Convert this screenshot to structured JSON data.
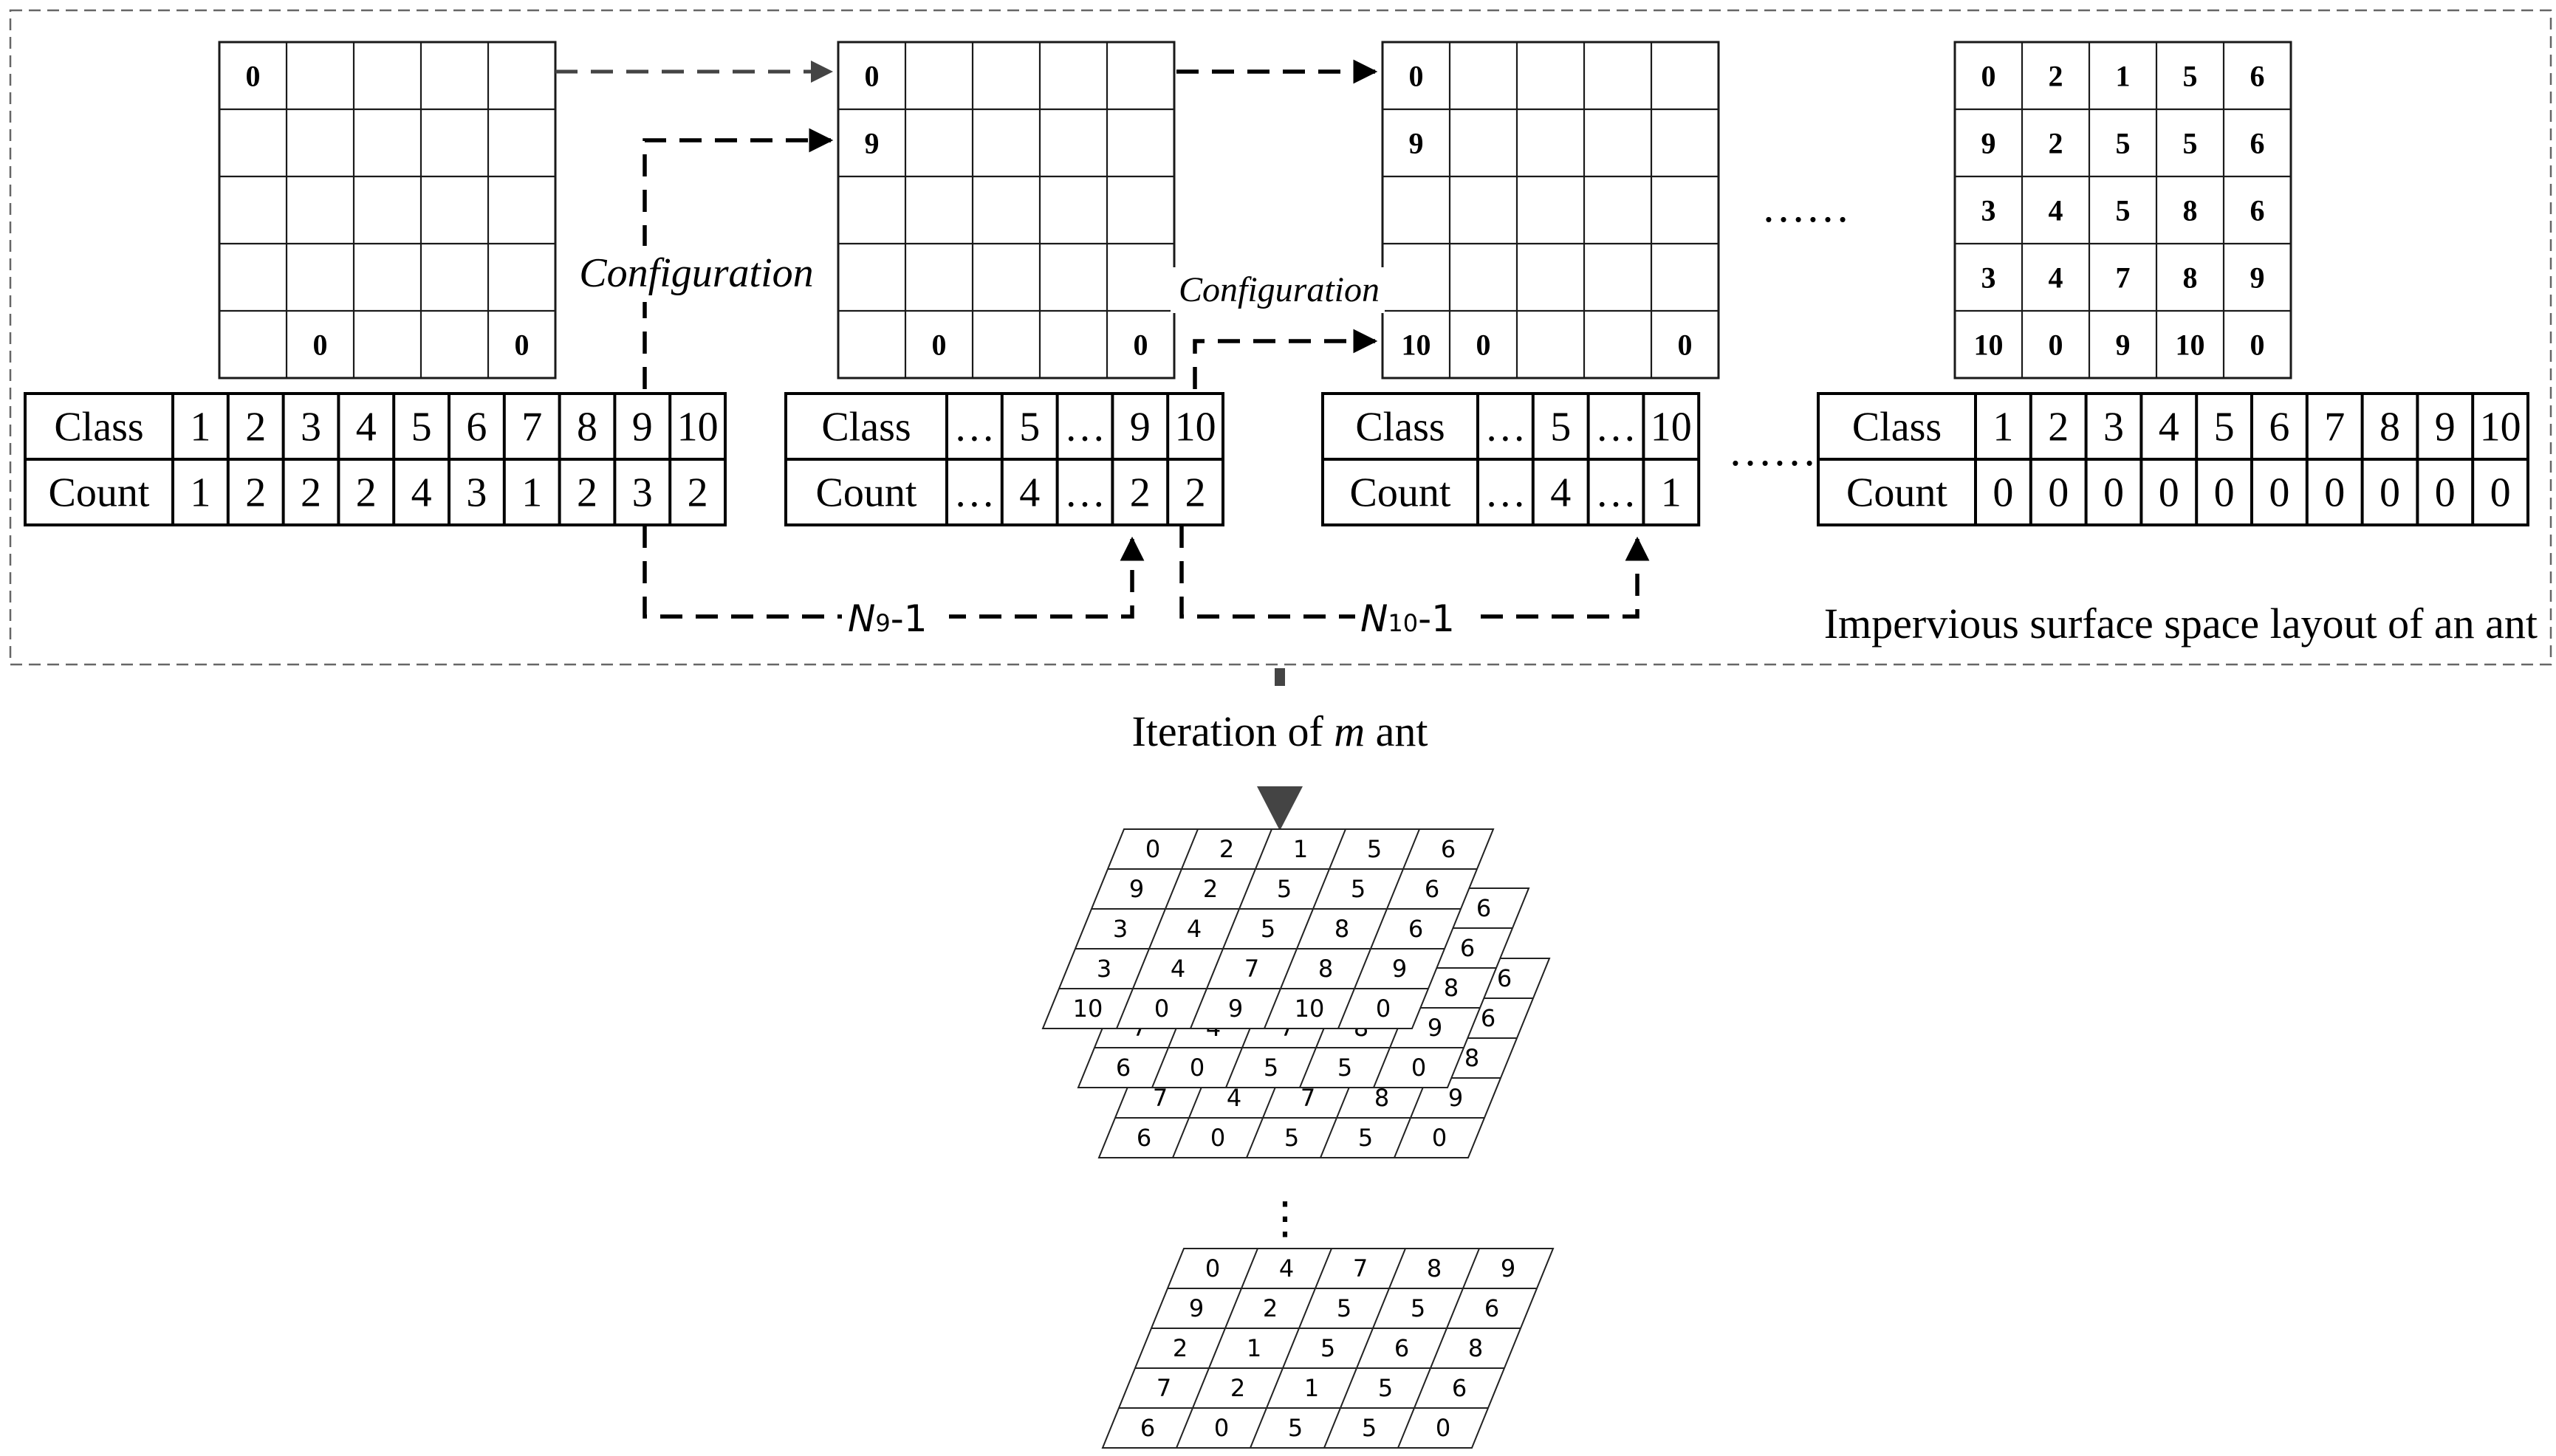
{
  "grids": [
    {
      "id": "grid-1",
      "cells": [
        [
          "0",
          "",
          "",
          "",
          ""
        ],
        [
          "",
          "",
          "",
          "",
          ""
        ],
        [
          "",
          "",
          "",
          "",
          ""
        ],
        [
          "",
          "",
          "",
          "",
          ""
        ],
        [
          "",
          "0",
          "",
          "",
          "0"
        ]
      ]
    },
    {
      "id": "grid-2",
      "cells": [
        [
          "0",
          "",
          "",
          "",
          ""
        ],
        [
          "9",
          "",
          "",
          "",
          ""
        ],
        [
          "",
          "",
          "",
          "",
          ""
        ],
        [
          "",
          "",
          "",
          "",
          ""
        ],
        [
          "",
          "0",
          "",
          "",
          "0"
        ]
      ]
    },
    {
      "id": "grid-3",
      "cells": [
        [
          "0",
          "",
          "",
          "",
          ""
        ],
        [
          "9",
          "",
          "",
          "",
          ""
        ],
        [
          "",
          "",
          "",
          "",
          ""
        ],
        [
          "",
          "",
          "",
          "",
          ""
        ],
        [
          "10",
          "0",
          "",
          "",
          "0"
        ]
      ]
    },
    {
      "id": "grid-4",
      "cells": [
        [
          "0",
          "2",
          "1",
          "5",
          "6"
        ],
        [
          "9",
          "2",
          "5",
          "5",
          "6"
        ],
        [
          "3",
          "4",
          "5",
          "8",
          "6"
        ],
        [
          "3",
          "4",
          "7",
          "8",
          "9"
        ],
        [
          "10",
          "0",
          "9",
          "10",
          "0"
        ]
      ]
    }
  ],
  "tables": [
    {
      "id": "table-1",
      "row_labels": [
        "Class",
        "Count"
      ],
      "classes": [
        "1",
        "2",
        "3",
        "4",
        "5",
        "6",
        "7",
        "8",
        "9",
        "10"
      ],
      "counts": [
        "1",
        "2",
        "2",
        "2",
        "4",
        "3",
        "1",
        "2",
        "3",
        "2"
      ]
    },
    {
      "id": "table-2",
      "row_labels": [
        "Class",
        "Count"
      ],
      "classes": [
        "…",
        "5",
        "…",
        "9",
        "10"
      ],
      "counts": [
        "…",
        "4",
        "…",
        "2",
        "2"
      ]
    },
    {
      "id": "table-3",
      "row_labels": [
        "Class",
        "Count"
      ],
      "classes": [
        "…",
        "5",
        "…",
        "10"
      ],
      "counts": [
        "…",
        "4",
        "…",
        "1"
      ]
    },
    {
      "id": "table-4",
      "row_labels": [
        "Class",
        "Count"
      ],
      "classes": [
        "1",
        "2",
        "3",
        "4",
        "5",
        "6",
        "7",
        "8",
        "9",
        "10"
      ],
      "counts": [
        "0",
        "0",
        "0",
        "0",
        "0",
        "0",
        "0",
        "0",
        "0",
        "0"
      ]
    }
  ],
  "labels": {
    "configuration_1": "Configuration",
    "configuration_2": "Configuration",
    "n9_var": "N",
    "n9_sub": "9",
    "n9_suffix": "-1",
    "n10_var": "N",
    "n10_sub": "10",
    "n10_suffix": "-1",
    "ellipsis_grid": "……",
    "ellipsis_table": "……",
    "frame_caption": "Impervious surface space layout of an ant",
    "iteration_prefix": "Iteration of ",
    "iteration_var": "m",
    "iteration_suffix": " ant",
    "vertical_ellipsis": "⋮"
  },
  "stack_layers": [
    {
      "id": "stack-front",
      "cells": [
        [
          "0",
          "2",
          "1",
          "5",
          "6"
        ],
        [
          "9",
          "2",
          "5",
          "5",
          "6"
        ],
        [
          "3",
          "4",
          "5",
          "8",
          "6"
        ],
        [
          "3",
          "4",
          "7",
          "8",
          "9"
        ],
        [
          "10",
          "0",
          "9",
          "10",
          "0"
        ]
      ]
    },
    {
      "id": "stack-layer-2",
      "cells": [
        [
          "",
          "",
          "",
          "",
          "6"
        ],
        [
          "",
          "",
          "",
          "",
          "6"
        ],
        [
          "",
          "",
          "",
          "",
          "8"
        ],
        [
          "7",
          "4",
          "7",
          "8",
          "9"
        ],
        [
          "6",
          "0",
          "5",
          "5",
          "0"
        ]
      ]
    },
    {
      "id": "stack-layer-3",
      "cells": [
        [
          "",
          "",
          "",
          "",
          "6"
        ],
        [
          "",
          "",
          "",
          "",
          "6"
        ],
        [
          "",
          "",
          "",
          "",
          "8"
        ],
        [
          "7",
          "4",
          "7",
          "8",
          "9"
        ],
        [
          "6",
          "0",
          "5",
          "5",
          "0"
        ]
      ]
    },
    {
      "id": "stack-bottom",
      "cells": [
        [
          "0",
          "4",
          "7",
          "8",
          "9"
        ],
        [
          "9",
          "2",
          "5",
          "5",
          "6"
        ],
        [
          "2",
          "1",
          "5",
          "6",
          "8"
        ],
        [
          "7",
          "2",
          "1",
          "5",
          "6"
        ],
        [
          "6",
          "0",
          "5",
          "5",
          "0"
        ]
      ]
    }
  ]
}
